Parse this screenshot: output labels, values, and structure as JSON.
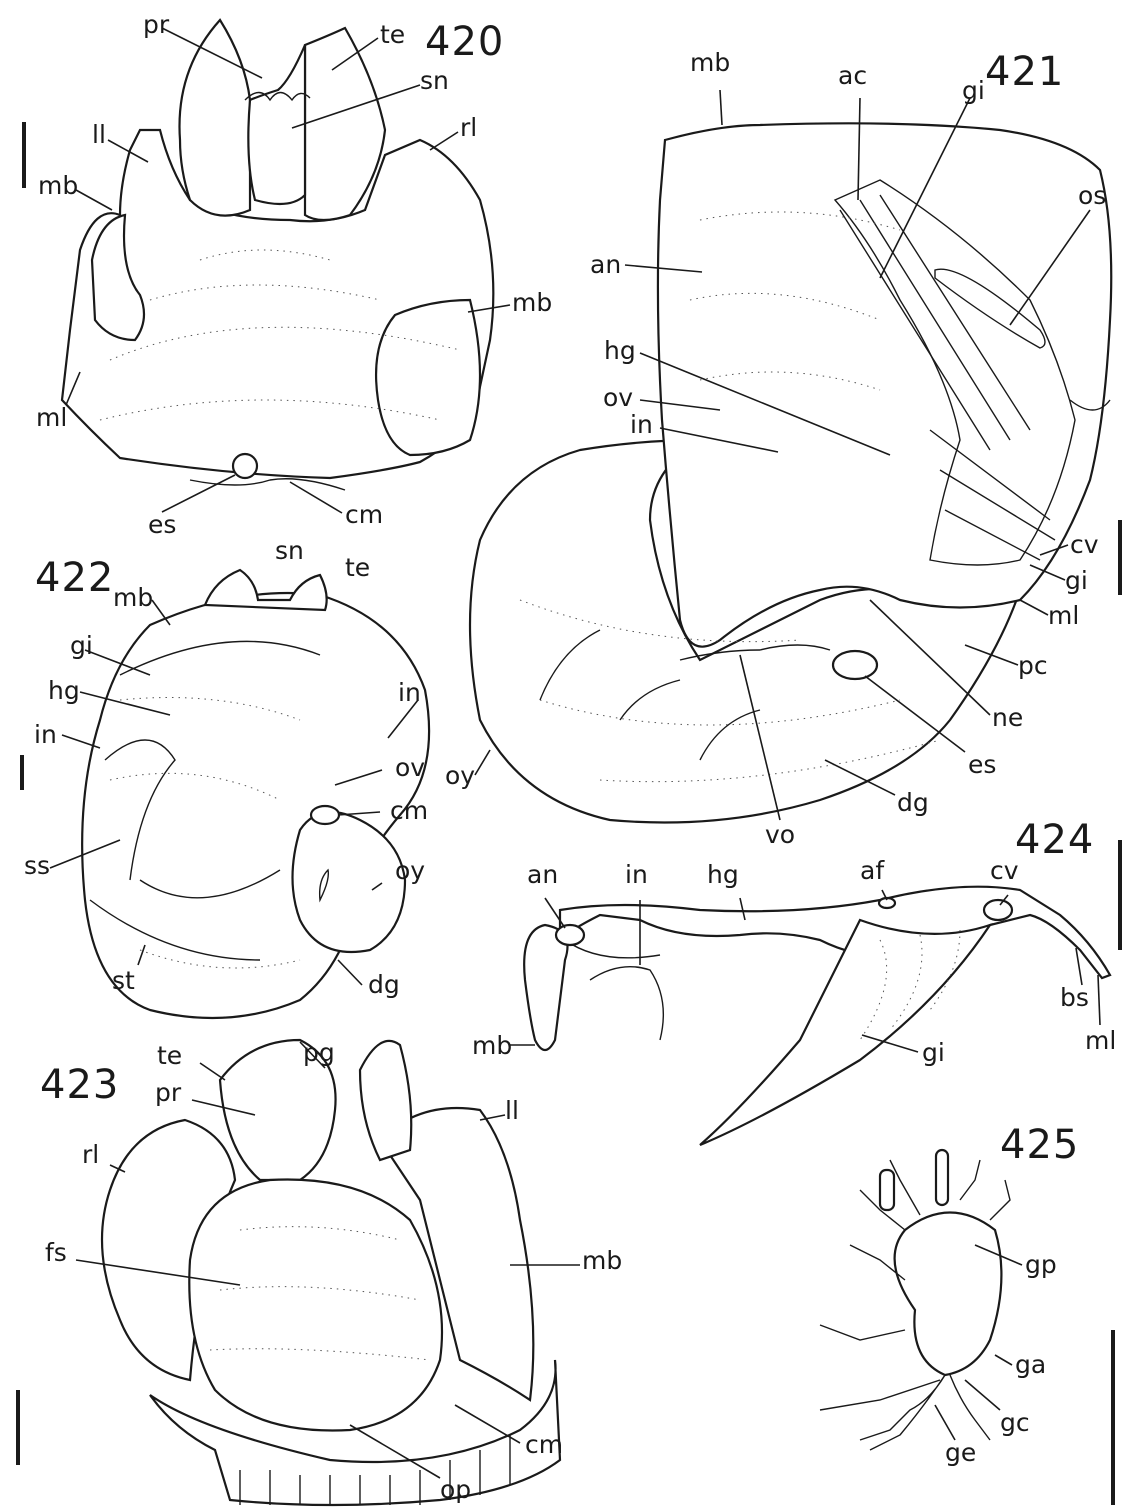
{
  "figures": {
    "f420": {
      "number": "420",
      "labels": {
        "pr": "pr",
        "te": "te",
        "sn": "sn",
        "ll": "ll",
        "rl": "rl",
        "mb_left": "mb",
        "mb_right": "mb",
        "ml": "ml",
        "es": "es",
        "cm": "cm"
      }
    },
    "f421": {
      "number": "421",
      "labels": {
        "mb": "mb",
        "ac": "ac",
        "gi_top": "gi",
        "os": "os",
        "an": "an",
        "hg": "hg",
        "ov": "ov",
        "in": "in",
        "cv": "cv",
        "gi_bottom": "gi",
        "ml": "ml",
        "pc": "pc",
        "ne": "ne",
        "es": "es",
        "oy": "oy",
        "dg": "dg",
        "vo": "vo"
      }
    },
    "f422": {
      "number": "422",
      "labels": {
        "sn": "sn",
        "te": "te",
        "mb": "mb",
        "gi": "gi",
        "hg": "hg",
        "in_left": "in",
        "in_right": "in",
        "ov": "ov",
        "cm": "cm",
        "ss": "ss",
        "oy": "oy",
        "st": "st",
        "dg": "dg"
      }
    },
    "f423": {
      "number": "423",
      "labels": {
        "te": "te",
        "pg": "pg",
        "pr": "pr",
        "rl": "rl",
        "ll": "ll",
        "fs": "fs",
        "mb": "mb",
        "cm": "cm",
        "op": "op"
      }
    },
    "f424": {
      "number": "424",
      "labels": {
        "an": "an",
        "in": "in",
        "hg": "hg",
        "af": "af",
        "cv": "cv",
        "bs": "bs",
        "ml": "ml",
        "mb": "mb",
        "gi": "gi"
      }
    },
    "f425": {
      "number": "425",
      "labels": {
        "gp": "gp",
        "ga": "ga",
        "gc": "gc",
        "ge": "ge"
      }
    }
  },
  "colors": {
    "ink": "#1a1a1a",
    "paper": "#ffffff"
  }
}
